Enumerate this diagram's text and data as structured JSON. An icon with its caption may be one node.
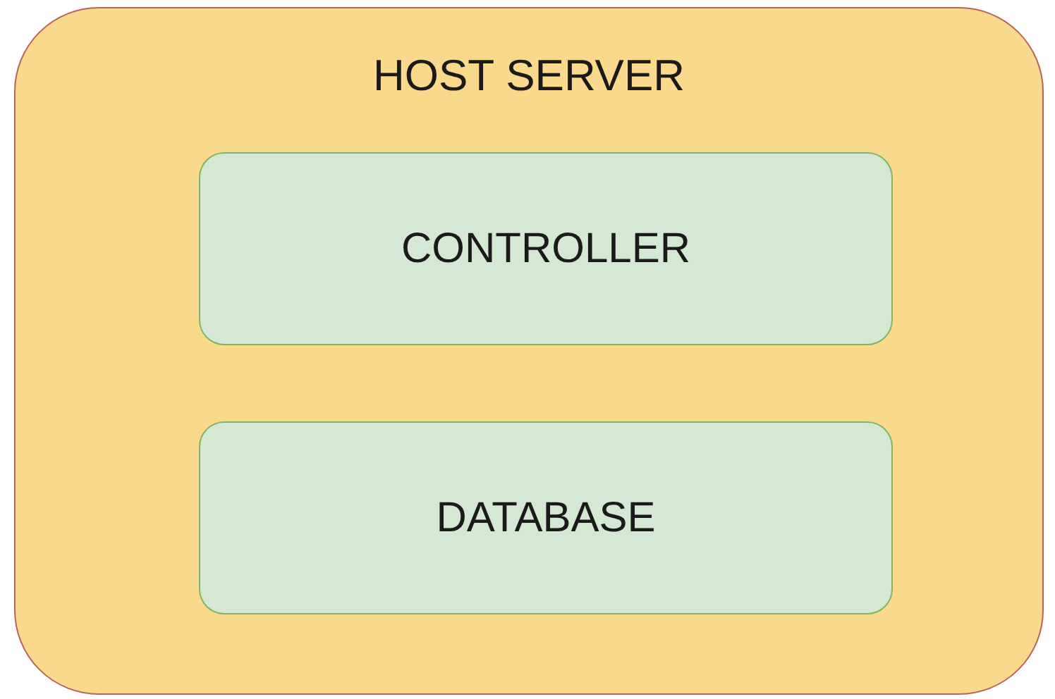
{
  "diagram": {
    "nodes": [
      {
        "text": [
          "HOST SERVER"
        ]
      },
      {
        "text": [
          "CONTROLLER"
        ],
        "in": 0
      },
      {
        "text": [
          "DATABASE"
        ],
        "in": 0
      }
    ]
  }
}
